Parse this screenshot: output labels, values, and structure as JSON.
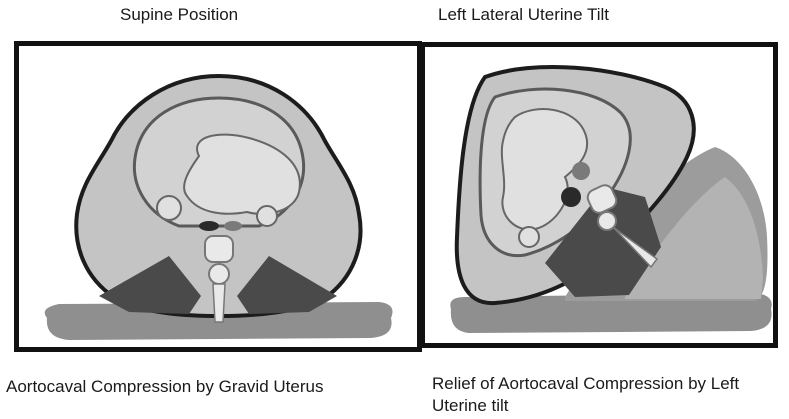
{
  "panels": {
    "left": {
      "title": "Supine Position",
      "caption": "Aortocaval Compression by Gravid Uterus"
    },
    "right": {
      "title": "Left Lateral Uterine Tilt",
      "caption": "Relief of Aortocaval Compression by Left Uterine tilt"
    }
  },
  "colors": {
    "frame": "#111111",
    "body_outline": "#1c1c1c",
    "tissue_light": "#c4c4c4",
    "tissue_mid": "#a9a9a9",
    "tissue_dark": "#4a4a4a",
    "table": "#8f8f8f",
    "uterus": "#d2d2d2",
    "spine": "#e9e9e9"
  },
  "icons": [
    "supine-cross-section-illustration",
    "left-tilt-cross-section-illustration"
  ]
}
